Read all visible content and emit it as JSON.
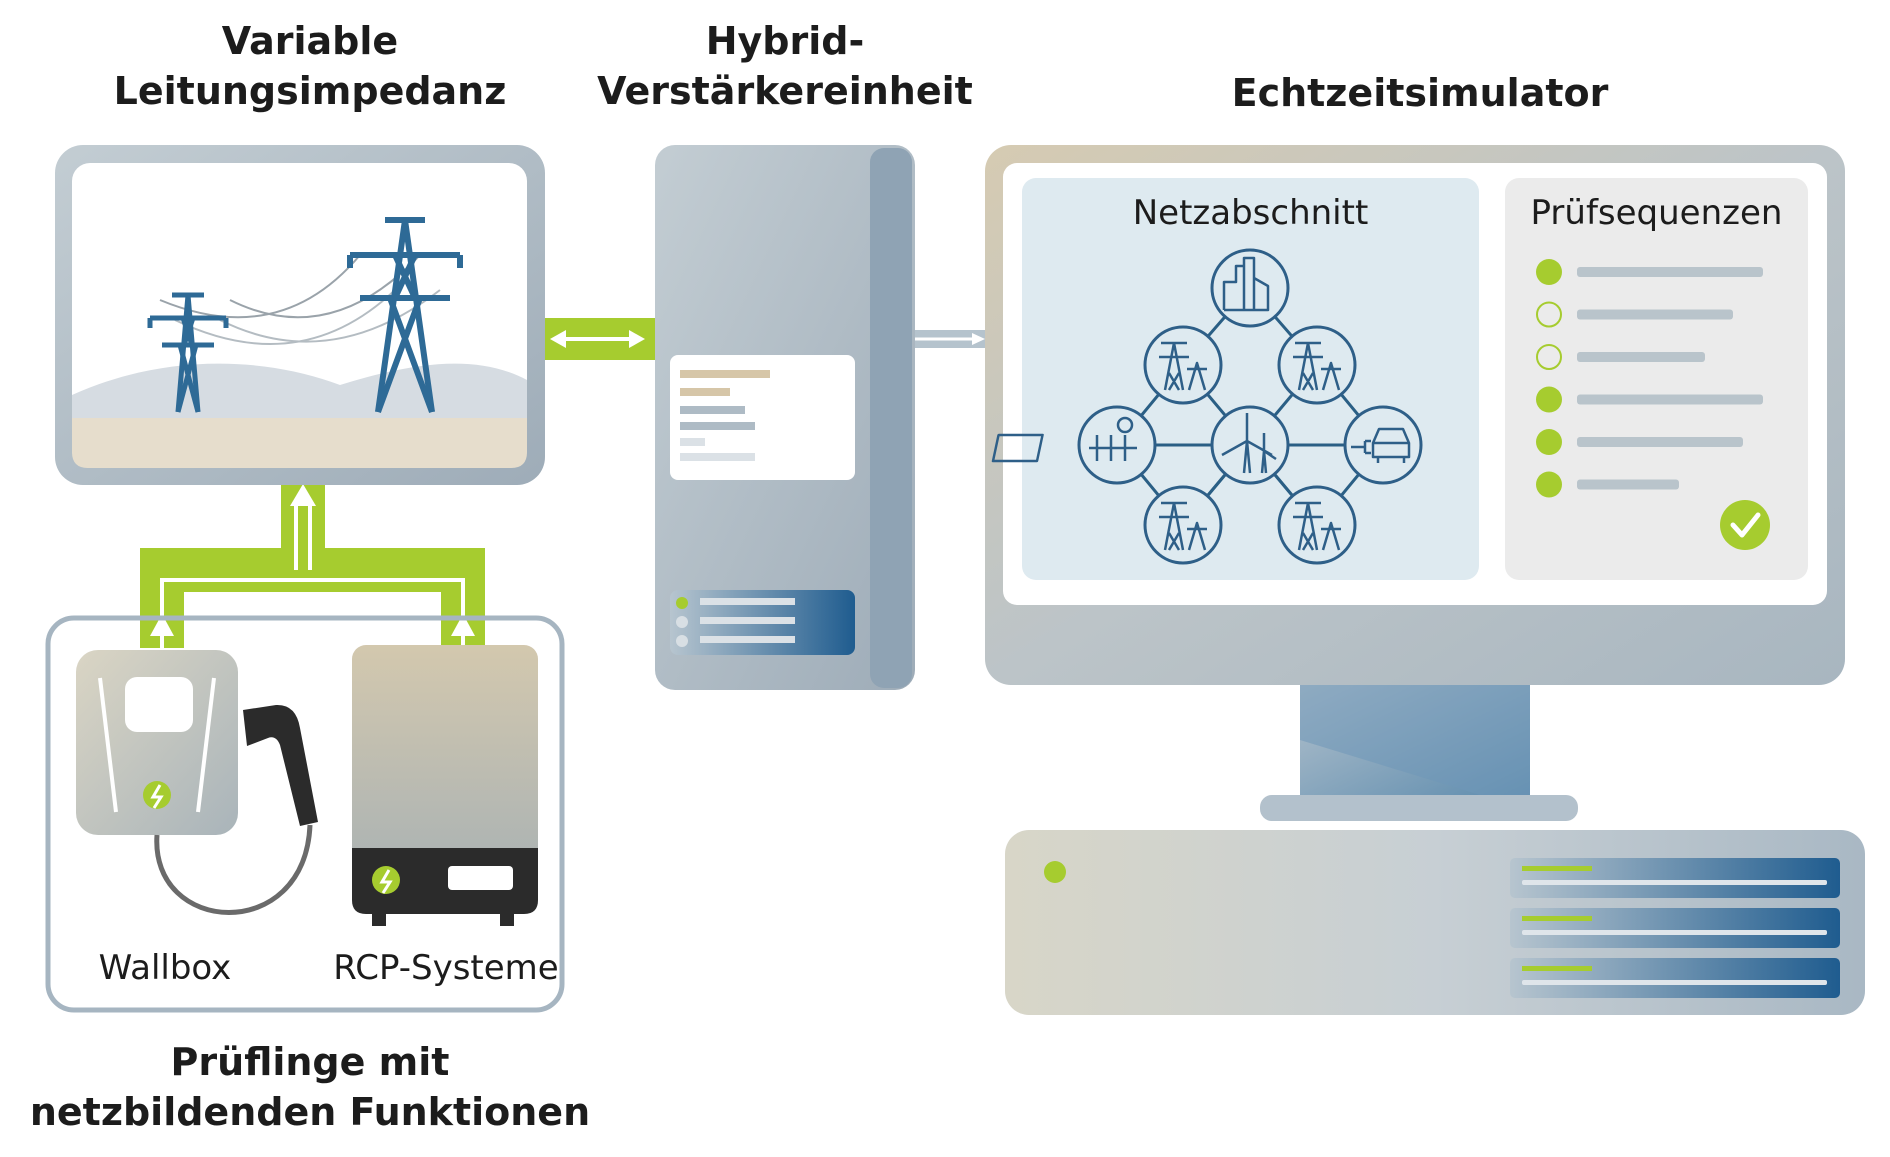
{
  "headings": {
    "impedance": [
      "Variable",
      "Leitungsimpedanz"
    ],
    "amplifier": [
      "Hybrid-",
      "Verstärkereinheit"
    ],
    "simulator": "Echtzeitsimulator",
    "devices": [
      "Prüflinge mit",
      "netzbildenden Funktionen"
    ]
  },
  "screen": {
    "grid_panel_title": "Netzabschnitt",
    "sequence_panel_title": "Prüfsequenzen",
    "sequence_steps": [
      "done",
      "open",
      "open",
      "done",
      "done",
      "done"
    ]
  },
  "devices": {
    "wallbox_label": "Wallbox",
    "rcp_label": "RCP-Systeme"
  },
  "grid_nodes": [
    "pylon-icon",
    "pylon-icon",
    "solar-panel-icon",
    "wind-turbine-icon",
    "ev-charging-icon",
    "pylon-icon",
    "pylon-icon",
    "power-plant-icon"
  ],
  "colors": {
    "accent_green": "#a6cc2f",
    "device_blue": "#2e5f88",
    "housing_grey": "#a8b4be",
    "panel_bg": "#deeaf0"
  }
}
